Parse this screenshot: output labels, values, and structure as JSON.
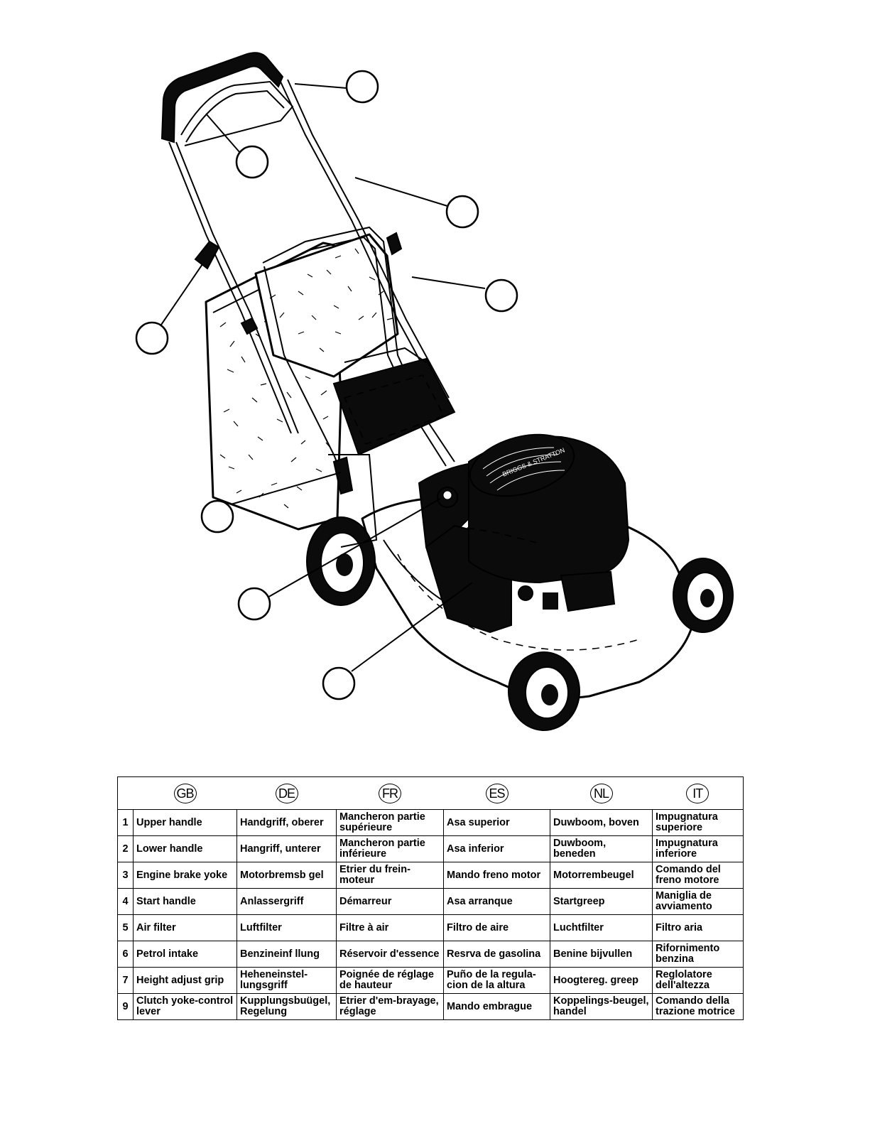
{
  "languages": [
    "GB",
    "DE",
    "FR",
    "ES",
    "NL",
    "IT"
  ],
  "parts": [
    {
      "num": "1",
      "gb": "Upper handle",
      "de": "Handgriff, oberer",
      "fr": "Mancheron partie supérieure",
      "es": "Asa superior",
      "nl": "Duwboom, boven",
      "it": "Impugnatura superiore"
    },
    {
      "num": "2",
      "gb": "Lower handle",
      "de": "Hangriff, unterer",
      "fr": "Mancheron partie inférieure",
      "es": "Asa inferior",
      "nl": "Duwboom, beneden",
      "it": "Impugnatura inferiore"
    },
    {
      "num": "3",
      "gb": "Engine brake yoke",
      "de": "Motorbremsb gel",
      "fr": "Etrier du frein-moteur",
      "es": "Mando freno motor",
      "nl": "Motorrembeugel",
      "it": "Comando del freno motore"
    },
    {
      "num": "4",
      "gb": "Start handle",
      "de": "Anlassergriff",
      "fr": "Démarreur",
      "es": "Asa arranque",
      "nl": "Startgreep",
      "it": "Maniglia de avviamento"
    },
    {
      "num": "5",
      "gb": "Air filter",
      "de": "Luftfilter",
      "fr": "Filtre à air",
      "es": "Filtro de aire",
      "nl": "Luchtfilter",
      "it": "Filtro aria"
    },
    {
      "num": "6",
      "gb": "Petrol intake",
      "de": "Benzineinf llung",
      "fr": "Réservoir d'essence",
      "es": "Resrva de gasolina",
      "nl": "Benine bijvullen",
      "it": "Rifornimento benzina"
    },
    {
      "num": "7",
      "gb": "Height adjust grip",
      "de": "Heheneinstel-lungsgriff",
      "fr": "Poignée de réglage de hauteur",
      "es": "Puño de la regula-cion de la altura",
      "nl": "Hoogtereg. greep",
      "it": "Reglolatore dell'altezza"
    },
    {
      "num": "9",
      "gb": "Clutch yoke-control lever",
      "de": "Kupplungsbuügel, Regelung",
      "fr": "Etrier d'em-brayage, réglage",
      "es": "Mando embrague",
      "nl": "Koppelings-beugel, handel",
      "it": "Comando della trazione motrice"
    }
  ],
  "illustration": {
    "engine_label": "BRIGGS & STRATTON"
  }
}
